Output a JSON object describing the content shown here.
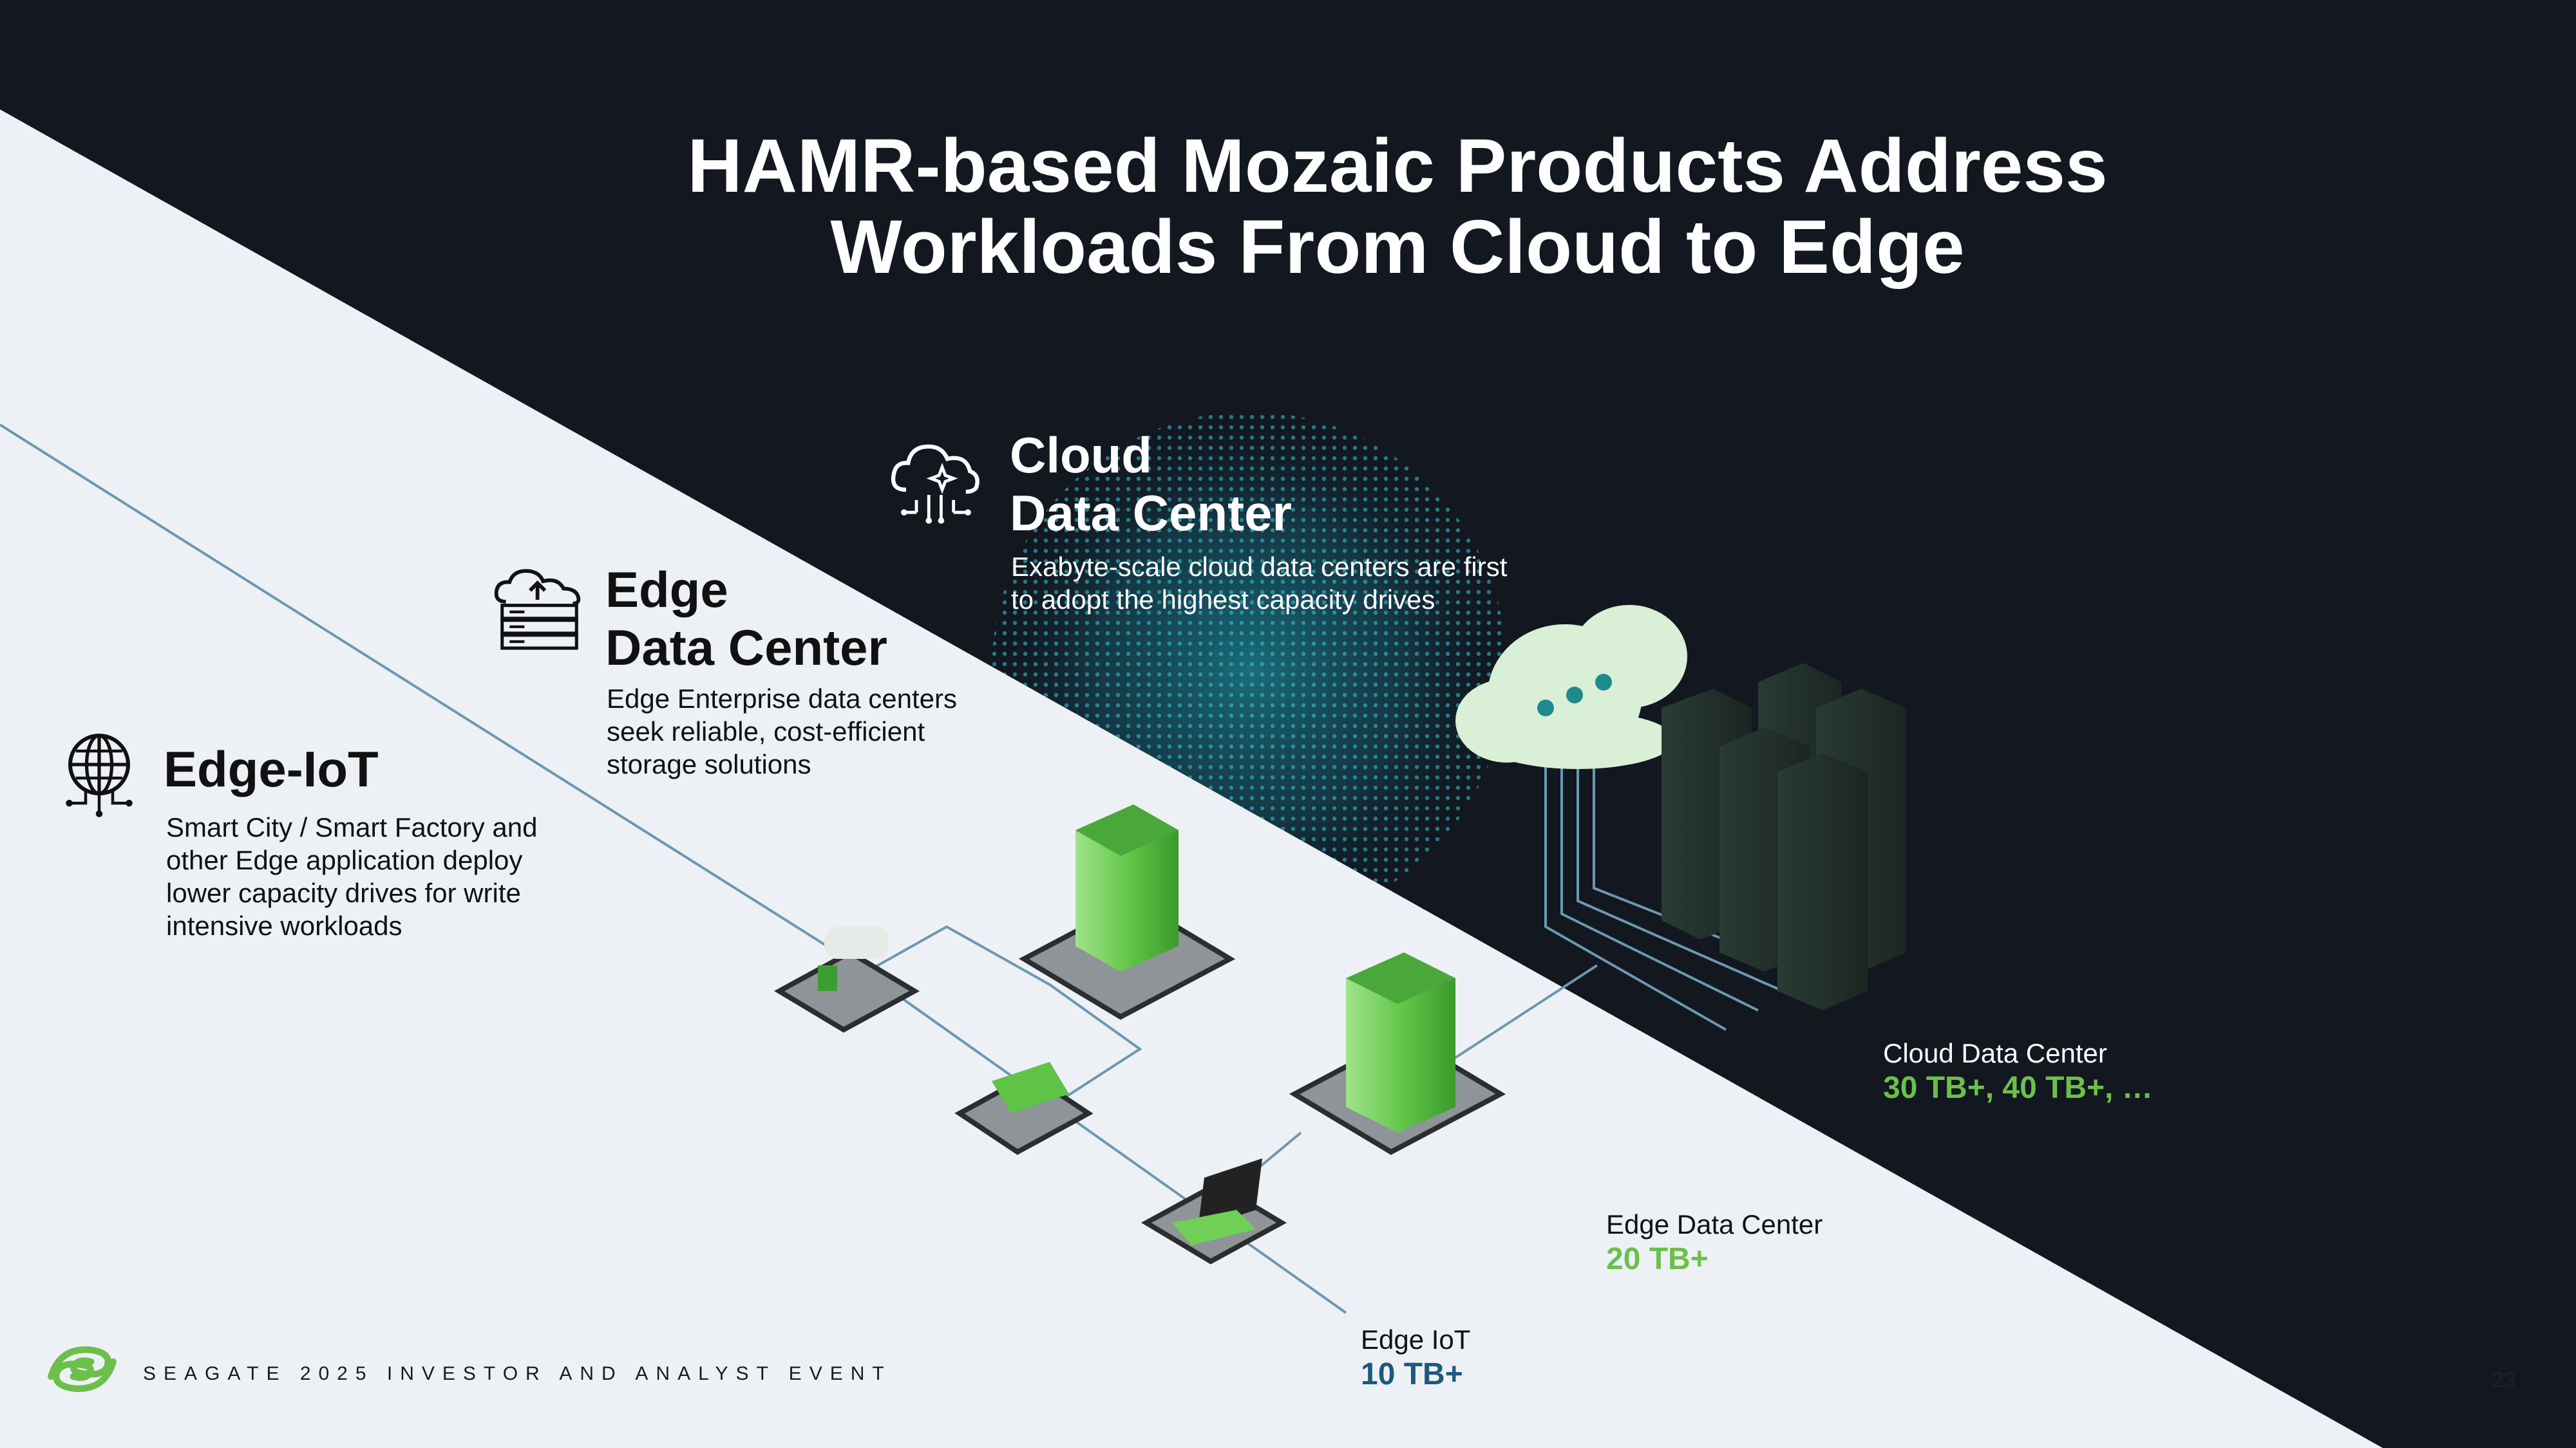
{
  "title": {
    "line1": "HAMR-based Mozaic Products Address",
    "line2": "Workloads From Cloud to Edge"
  },
  "sections": {
    "cloud": {
      "icon": "cloud-ai-icon",
      "title_line1": "Cloud",
      "title_line2": "Data Center",
      "desc_line1": "Exabyte-scale cloud data centers are first",
      "desc_line2": "to adopt the highest capacity drives"
    },
    "edge_dc": {
      "icon": "cloud-server-icon",
      "title_line1": "Edge",
      "title_line2": "Data Center",
      "desc_line1": "Edge Enterprise data centers",
      "desc_line2": "seek reliable, cost-efficient",
      "desc_line3": "storage solutions"
    },
    "edge_iot": {
      "icon": "globe-network-icon",
      "title": "Edge-IoT",
      "desc_line1": "Smart City / Smart Factory and",
      "desc_line2": "other Edge application deploy",
      "desc_line3": "lower capacity drives for write",
      "desc_line4": "intensive workloads"
    }
  },
  "capacities": {
    "cloud": {
      "label": "Cloud Data Center",
      "value": "30 TB+, 40 TB+, …"
    },
    "edge_dc": {
      "label": "Edge Data Center",
      "value": "20 TB+"
    },
    "edge_iot": {
      "label": "Edge IoT",
      "value": "10 TB+"
    }
  },
  "colors": {
    "dark_bg": "#121720",
    "light_bg": "#edf1f6",
    "accent_green": "#6cc04a",
    "accent_blue": "#1b5a7a",
    "teal_globe": "#1fb3c4"
  },
  "footer": {
    "logo": "seagate-logo",
    "text": "SEAGATE 2025 INVESTOR AND ANALYST EVENT",
    "page": "23"
  }
}
